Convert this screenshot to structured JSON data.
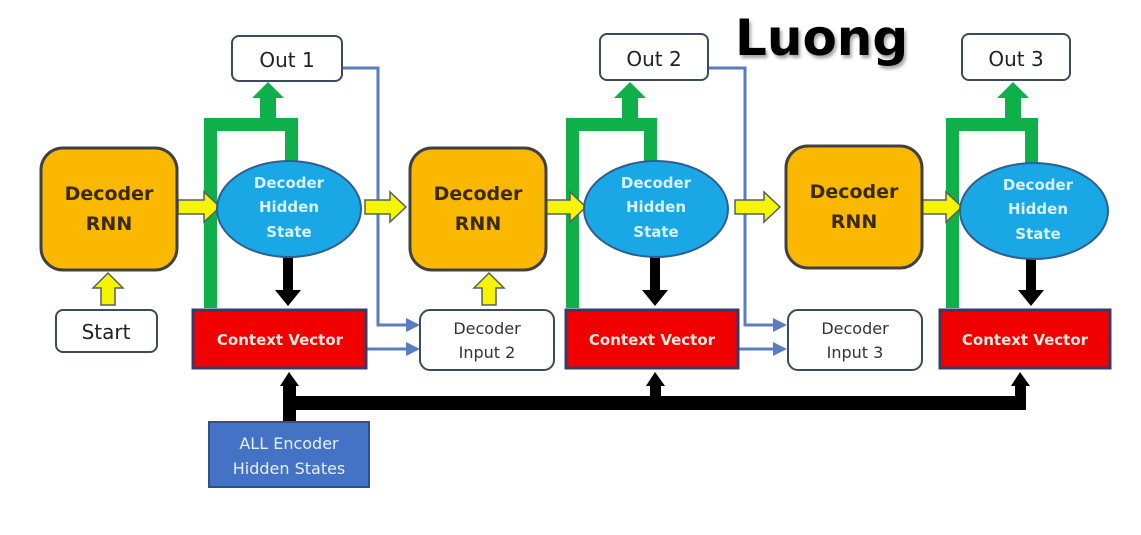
{
  "title": "Luong",
  "colors": {
    "rnn_fill": "#fbb800",
    "rnn_stroke": "#404040",
    "hidden_fill": "#1aa7e6",
    "hidden_stroke": "#2f5f8f",
    "context_fill": "#f00000",
    "context_stroke": "#3a3a6a",
    "encoder_fill": "#4472c4",
    "green_arrow": "#0fb04a",
    "yellow_arrow": "#f5f500",
    "blue_line": "#5a7cc0",
    "black_arrow": "#000000"
  },
  "start": {
    "label": "Start"
  },
  "encoder": {
    "line1": "ALL Encoder",
    "line2": "Hidden States"
  },
  "steps": [
    {
      "rnn": {
        "line1": "Decoder",
        "line2": "RNN"
      },
      "hidden": {
        "line1": "Decoder",
        "line2": "Hidden",
        "line3": "State"
      },
      "out": {
        "label": "Out 1"
      },
      "context": {
        "label": "Context Vector"
      }
    },
    {
      "rnn": {
        "line1": "Decoder",
        "line2": "RNN"
      },
      "hidden": {
        "line1": "Decoder",
        "line2": "Hidden",
        "line3": "State"
      },
      "out": {
        "label": "Out 2"
      },
      "context": {
        "label": "Context Vector"
      },
      "input": {
        "line1": "Decoder",
        "line2": "Input 2"
      }
    },
    {
      "rnn": {
        "line1": "Decoder",
        "line2": "RNN"
      },
      "hidden": {
        "line1": "Decoder",
        "line2": "Hidden",
        "line3": "State"
      },
      "out": {
        "label": "Out 3"
      },
      "context": {
        "label": "Context Vector"
      },
      "input": {
        "line1": "Decoder",
        "line2": "Input 3"
      }
    }
  ]
}
